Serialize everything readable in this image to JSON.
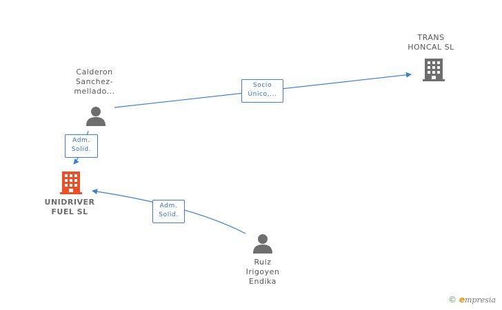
{
  "nodes": {
    "trans_honcal": {
      "label_line1": "TRANS",
      "label_line2": "HONCAL SL",
      "type": "company",
      "color": "#6e6e6e"
    },
    "calderon": {
      "label_line1": "Calderon",
      "label_line2": "Sanchez-",
      "label_line3": "mellado...",
      "type": "person",
      "color": "#6e6e6e"
    },
    "unidriver": {
      "label_line1": "UNIDRIVER",
      "label_line2": "FUEL  SL",
      "type": "company",
      "color": "#e8502a"
    },
    "ruiz": {
      "label_line1": "Ruiz",
      "label_line2": "Irigoyen",
      "label_line3": "Endika",
      "type": "person",
      "color": "#6e6e6e"
    }
  },
  "edges": {
    "socio": {
      "line1": "Socio",
      "line2": "Único,...",
      "from": "calderon",
      "to": "trans_honcal"
    },
    "adm1": {
      "line1": "Adm.",
      "line2": "Solid.",
      "from": "calderon",
      "to": "unidriver"
    },
    "adm2": {
      "line1": "Adm.",
      "line2": "Solid.",
      "from": "ruiz",
      "to": "unidriver"
    }
  },
  "colors": {
    "edge": "#3a7fd5",
    "accent": "#f29100",
    "copyright": "#5aa25a"
  },
  "footer": {
    "copyright": "©",
    "brand_initial": "e",
    "brand_rest": "mpresia"
  }
}
